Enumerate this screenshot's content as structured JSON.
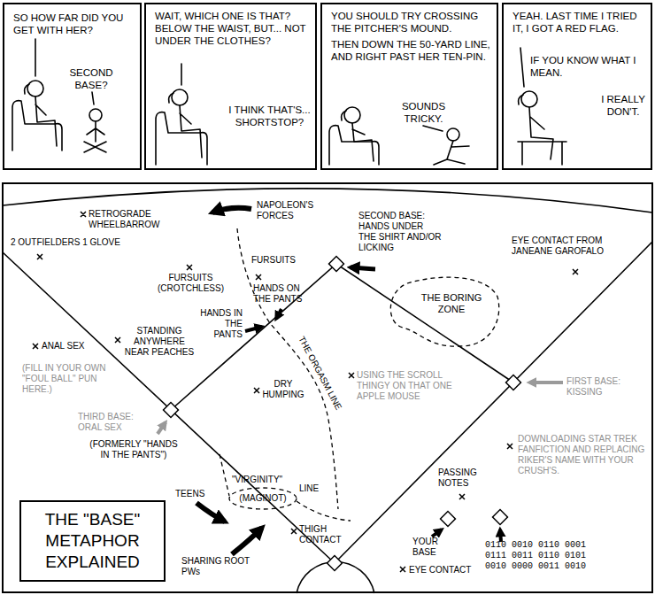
{
  "diagram": {
    "nodes": [
      {
        "text": [
          "SO HOW FAR DID YOU GET WITH HER?",
          "SECOND BASE?"
        ]
      },
      {
        "text": [
          "WAIT, WHICH ONE IS THAT? BELOW THE WAIST, BUT... NOT UNDER THE CLOTHES?",
          "I THINK THAT'S... SHORTSTOP?"
        ]
      },
      {
        "text": [
          "YOU SHOULD TRY CROSSING THE PITCHER'S MOUND.",
          "THEN DOWN THE 50-YARD LINE, AND RIGHT PAST HER TEN-PIN.",
          "SOUNDS TRICKY."
        ]
      },
      {
        "text": [
          "YEAH. LAST TIME I TRIED IT, I GOT A RED FLAG.",
          "IF YOU KNOW WHAT I MEAN.",
          "I REALLY DON'T."
        ]
      },
      {
        "text": [
          "THE BORING ZONE"
        ]
      },
      {
        "text": [
          "THE \"BASE\" METAPHOR EXPLAINED"
        ]
      }
    ],
    "labels": [
      "RETROGRADE WHEELBARROW",
      "NAPOLEON'S FORCES",
      "2 OUTFIELDERS 1 GLOVE",
      "FURSUITS (CROTCHLESS)",
      "FURSUITS",
      "HANDS ON THE PANTS",
      "SECOND BASE: HANDS UNDER THE SHIRT AND/OR LICKING",
      "EYE CONTACT FROM JANEANE GAROFALO",
      "HANDS IN THE PANTS",
      "STANDING ANYWHERE NEAR PEACHES",
      "ANAL SEX",
      "(FILL IN YOUR OWN \"FOUL BALL\" PUN HERE.)",
      "THE ORGASM LINE",
      "DRY HUMPING",
      "USING THE SCROLL THINGY ON THAT ONE APPLE MOUSE",
      "FIRST BASE: KISSING",
      "THIRD BASE: ORAL SEX",
      "(FORMERLY \"HANDS IN THE PANTS\")",
      "\"VIRGINITY\"",
      "(MAGINOT)",
      "LINE",
      "TEENS",
      "DOWNLOADING STAR TREK FANFICTION AND REPLACING RIKER'S NAME WITH YOUR CRUSH'S.",
      "PASSING NOTES",
      "THIGH CONTACT",
      "YOUR BASE",
      "0110 0010 0110 0001 0111 0011 0110 0101 0010 0000 0011 0010",
      "SHARING ROOT PWs",
      "EYE CONTACT"
    ]
  }
}
